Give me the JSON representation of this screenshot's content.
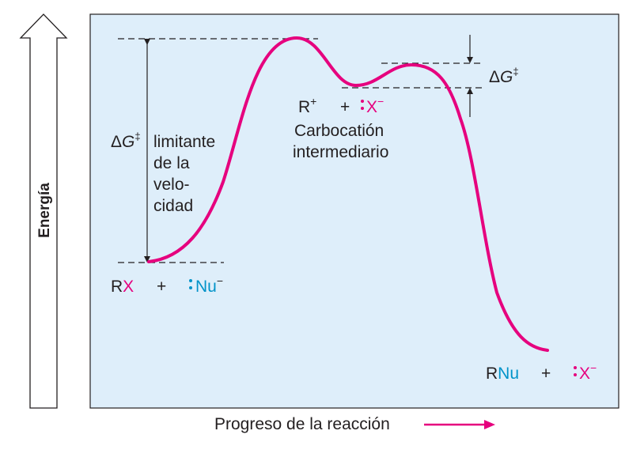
{
  "axes": {
    "y_label": "Energía",
    "x_label": "Progreso de la reacción"
  },
  "colors": {
    "panel": "#deeefa",
    "curve": "#e6007e",
    "cyan": "#0093c9",
    "text": "#231f20"
  },
  "reactants": {
    "r": "R",
    "x": "X",
    "plus": "+",
    "nu": "Nu",
    "charge": "−"
  },
  "intermediate": {
    "r": "R",
    "charge_plus": "+",
    "plus": "+",
    "x": "X",
    "charge_minus": "−",
    "line1": "Carbocatión",
    "line2": "intermediario"
  },
  "products": {
    "r": "R",
    "nu": "Nu",
    "plus": "+",
    "x": "X",
    "charge": "−"
  },
  "barrier_left": {
    "delta": "Δ",
    "g": "G",
    "dagger": "‡",
    "line1": "limitante",
    "line2": "de la",
    "line3": "velo-",
    "line4": "cidad"
  },
  "barrier_right": {
    "delta": "Δ",
    "g": "G",
    "dagger": "‡"
  }
}
